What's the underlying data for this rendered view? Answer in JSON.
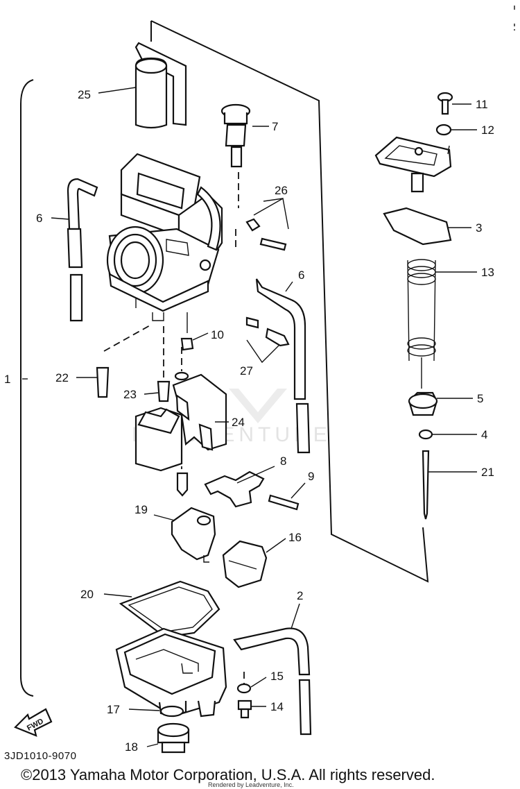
{
  "diagram": {
    "callouts": [
      "25",
      "7",
      "26",
      "6",
      "6",
      "10",
      "27",
      "22",
      "23",
      "24",
      "1",
      "8",
      "9",
      "19",
      "16",
      "20",
      "2",
      "15",
      "17",
      "14",
      "18",
      "11",
      "12",
      "3",
      "13",
      "5",
      "4",
      "21"
    ],
    "diagram_code": "3JD1010-9070",
    "copyright": "©2013 Yamaha Motor Corporation, U.S.A. All rights reserved.",
    "rendered_by": "Rendered by Leadventure, Inc.",
    "watermark": "LEADVENTURE",
    "fwd_label": "FWD"
  }
}
